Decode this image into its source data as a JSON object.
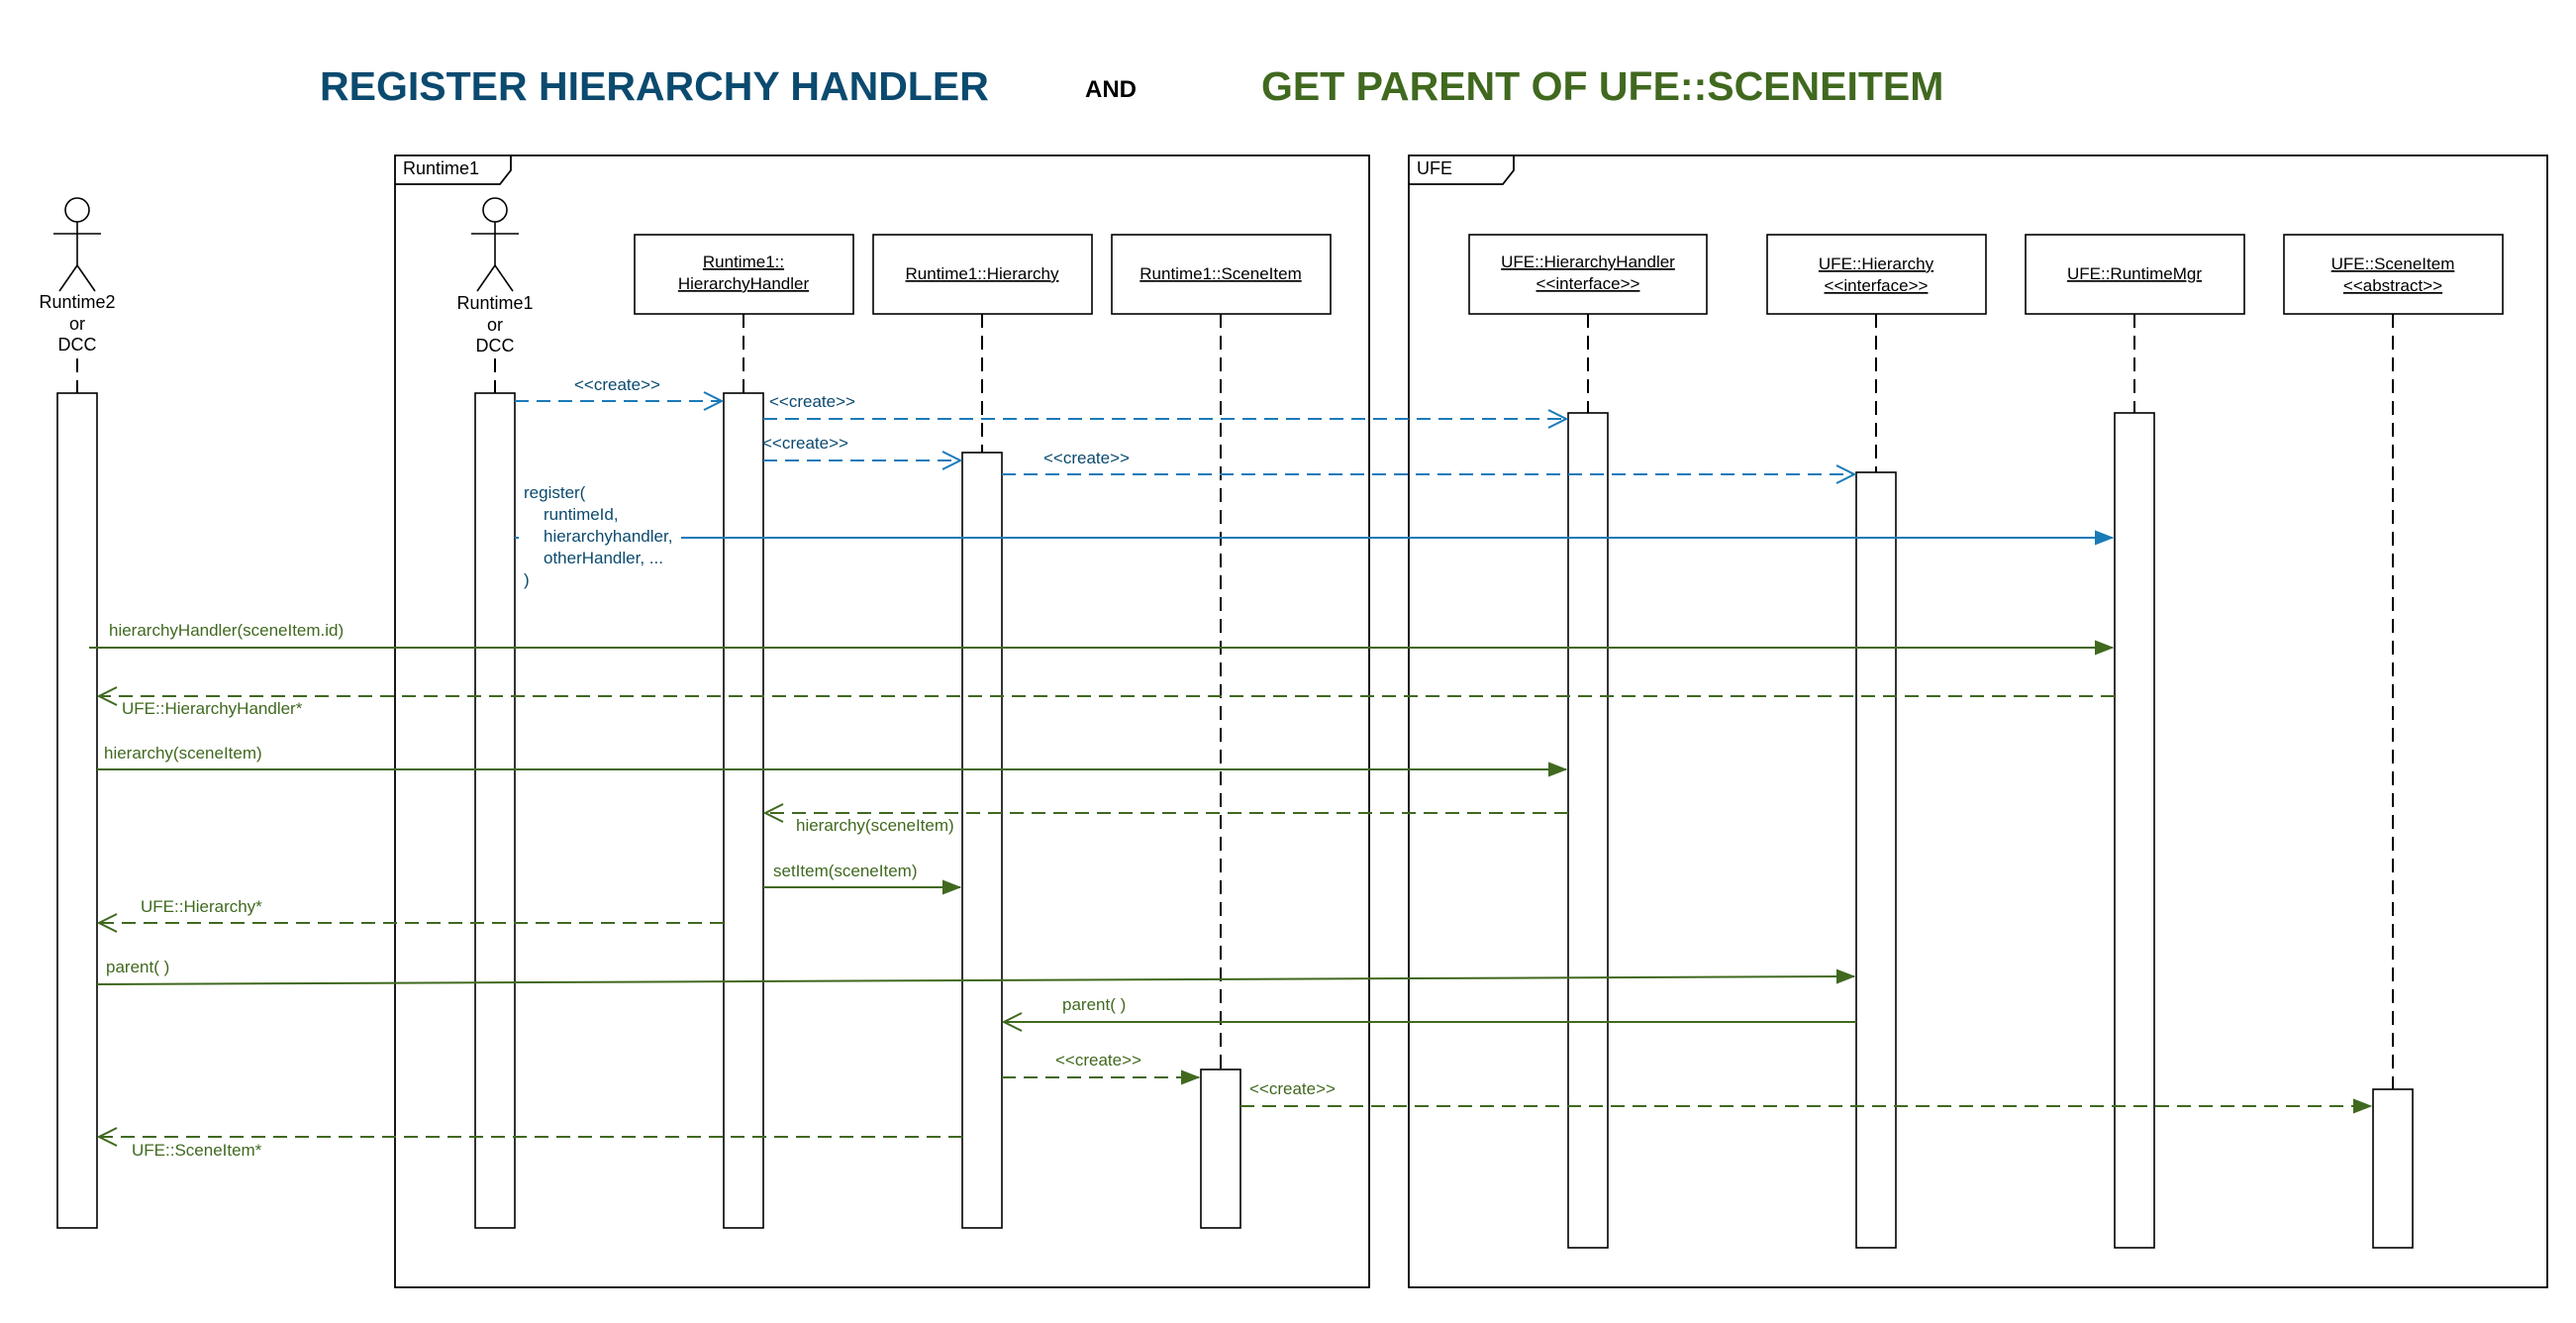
{
  "titles": {
    "left": "REGISTER HIERARCHY HANDLER",
    "middle": "AND",
    "right": "GET PARENT OF UFE::SCENEITEM"
  },
  "frames": {
    "runtime1": "Runtime1",
    "ufe": "UFE"
  },
  "actors": {
    "runtime2": [
      "Runtime2",
      "or",
      "DCC"
    ],
    "runtime1": [
      "Runtime1",
      "or",
      "DCC"
    ]
  },
  "lifelines": {
    "rt1_handler": [
      "Runtime1::",
      "HierarchyHandler"
    ],
    "rt1_hierarchy": [
      "Runtime1::Hierarchy"
    ],
    "rt1_sceneitem": [
      "Runtime1::SceneItem"
    ],
    "ufe_handler": [
      "UFE::HierarchyHandler",
      "<<interface>>"
    ],
    "ufe_hierarchy": [
      "UFE::Hierarchy",
      "<<interface>>"
    ],
    "ufe_runtimemgr": [
      "UFE::RuntimeMgr"
    ],
    "ufe_sceneitem": [
      "UFE::SceneItem",
      "<<abstract>>"
    ]
  },
  "messages": {
    "create1": "<<create>>",
    "create2": "<<create>>",
    "create3": "<<create>>",
    "create4": "<<create>>",
    "register": [
      "register(",
      "runtimeId,",
      "hierarchyhandler,",
      "otherHandler, ...",
      ")"
    ],
    "hierarchyHandler_call": "hierarchyHandler(sceneItem.id)",
    "hierarchyHandler_return": "UFE::HierarchyHandler*",
    "hierarchy_call": "hierarchy(sceneItem)",
    "hierarchy_call2": "hierarchy(sceneItem)",
    "setItem": "setItem(sceneItem)",
    "hierarchy_return": "UFE::Hierarchy*",
    "parent_call": "parent( )",
    "parent_call2": "parent( )",
    "create5": "<<create>>",
    "create6": "<<create>>",
    "sceneitem_return": "UFE::SceneItem*"
  },
  "colors": {
    "title_blue": "#0b4a6f",
    "title_green": "#40691f",
    "msg_blue": "#1a7ab8",
    "msg_green": "#40691f"
  }
}
